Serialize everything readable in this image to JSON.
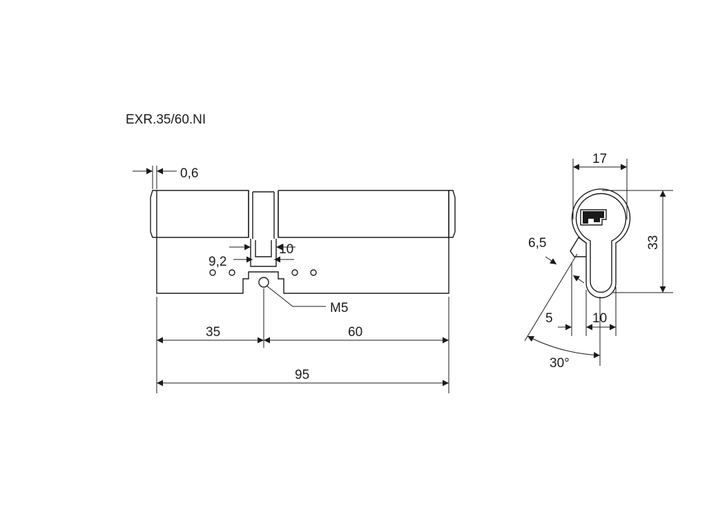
{
  "title": "EXR.35/60.NI",
  "side_view": {
    "offset_label": "0,6",
    "cam_width_label": "10",
    "cam_inner_label": "9,2",
    "screw_label": "M5",
    "left_length_label": "35",
    "right_length_label": "60",
    "total_length_label": "95"
  },
  "profile_view": {
    "width_label": "17",
    "height_label": "33",
    "cam_thickness_label": "6,5",
    "cam_offset_label": "5",
    "lower_width_label": "10",
    "angle_label": "30°"
  },
  "colors": {
    "line": "#1a1a1a",
    "background": "#ffffff"
  }
}
